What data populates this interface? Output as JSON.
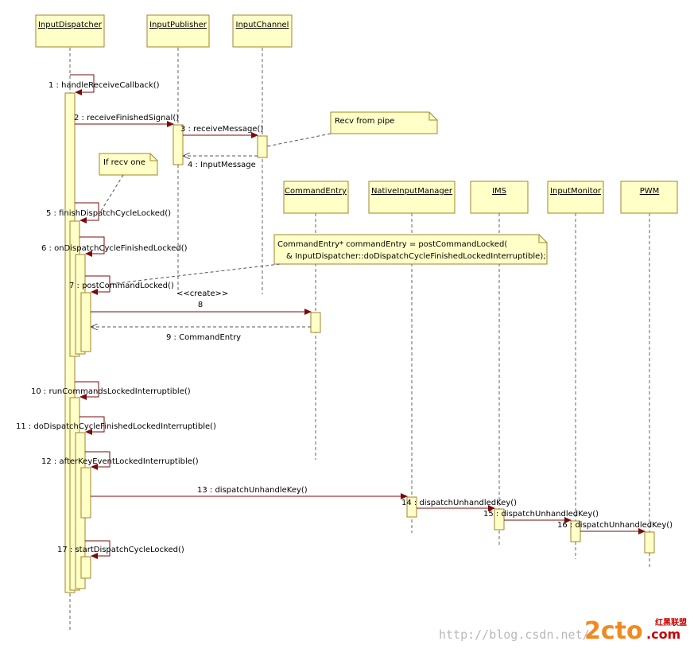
{
  "colors": {
    "box_fill": "#ffffc8",
    "box_stroke": "#a0842a",
    "arrow": "#7b0b0b",
    "line": "#555555",
    "logo_orange": "#f08a1e",
    "logo_red": "#c80000"
  },
  "participants": [
    {
      "label": "InputDispatcher"
    },
    {
      "label": "InputPublisher"
    },
    {
      "label": "InputChannel"
    },
    {
      "label": "CommandEntry"
    },
    {
      "label": "NativeInputManager"
    },
    {
      "label": "IMS"
    },
    {
      "label": "InputMonitor"
    },
    {
      "label": "PWM"
    }
  ],
  "messages": [
    "1 : handleReceiveCallback()",
    "2 : receiveFinishedSignal()",
    "3 : receiveMessage()",
    "4 : InputMessage",
    "5 : finishDispatchCycleLocked()",
    "6 : onDispatchCycleFinishedLocked()",
    "7 : postCommandLocked()",
    "<<create>>",
    "8",
    "9 : CommandEntry",
    "10 : runCommandsLockedInterruptible()",
    "11 : doDispatchCycleFinishedLockedInterruptible()",
    "12 : afterKeyEventLockedInterruptible()",
    "13 : dispatchUnhandleKey()",
    "14 : dispatchUnhandledKey()",
    "15 : dispatchUnhandledKey()",
    "16 : dispatchUnhandledKey()",
    "17 : startDispatchCycleLocked()"
  ],
  "notes": [
    {
      "lines": [
        "Recv from pipe"
      ]
    },
    {
      "lines": [
        "If recv one"
      ]
    },
    {
      "lines": [
        "CommandEntry* commandEntry = postCommandLocked(",
        "& InputDispatcher::doDispatchCycleFinishedLockedInterruptible);"
      ]
    }
  ],
  "watermark": "http://blog.csdn.net/",
  "logo": {
    "text1": "2cto",
    "text2": ".com",
    "text3": "红黑联盟"
  }
}
